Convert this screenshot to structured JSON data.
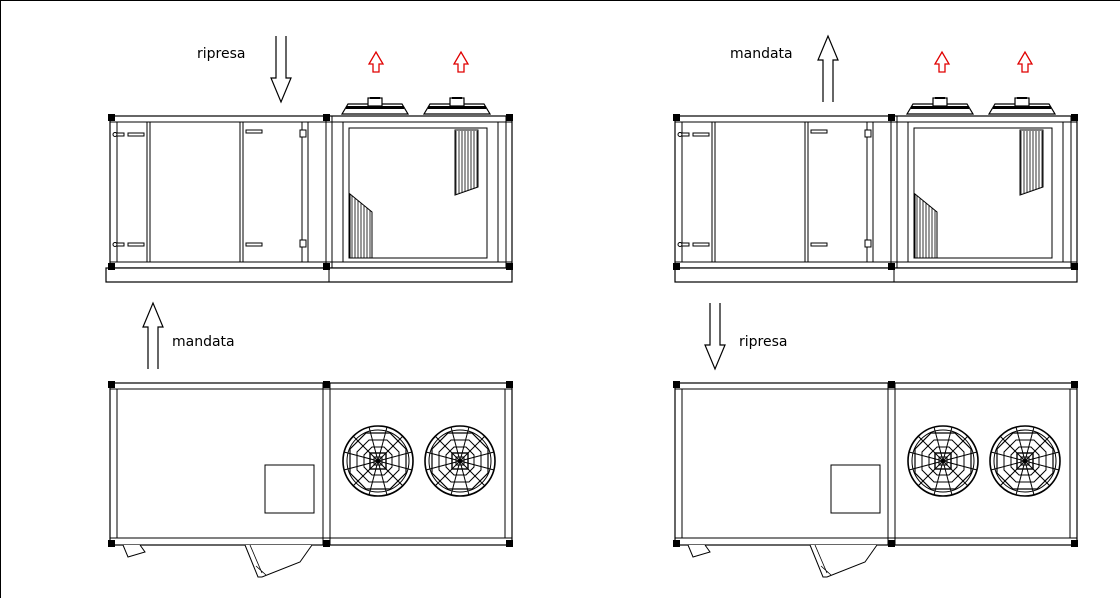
{
  "labels": {
    "left_top_arrow": "ripresa",
    "left_bottom_arrow": "mandata",
    "right_top_arrow": "mandata",
    "right_bottom_arrow": "ripresa"
  },
  "colors": {
    "line": "#000000",
    "exhaust_arrow": "#e00000",
    "background": "#ffffff"
  },
  "views": [
    {
      "name": "left-config",
      "top_arrow": "down",
      "bottom_arrow": "up"
    },
    {
      "name": "right-config",
      "top_arrow": "up",
      "bottom_arrow": "down"
    }
  ],
  "condenser_fans_per_unit": 2
}
